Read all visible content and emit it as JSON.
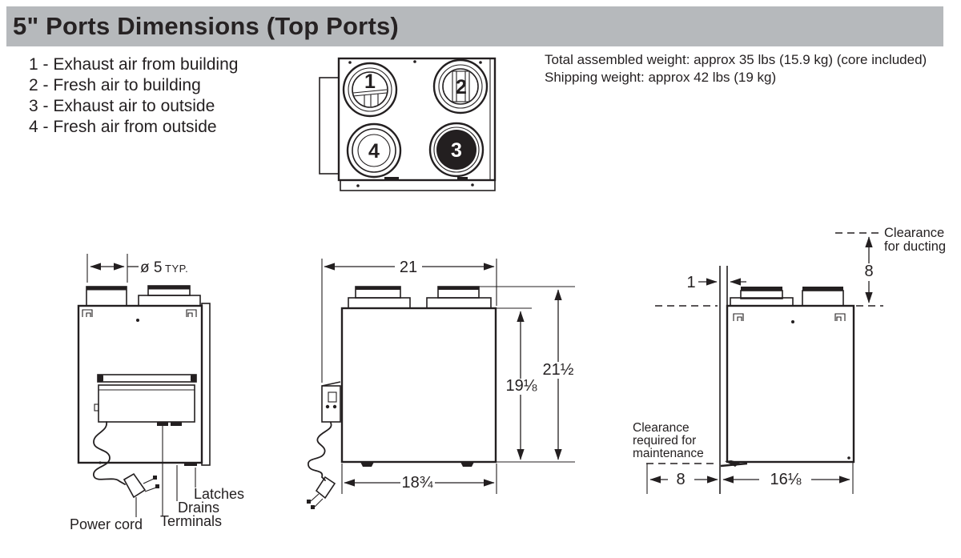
{
  "header": {
    "title": "5\" Ports Dimensions (Top Ports)"
  },
  "legend": {
    "items": [
      "1 - Exhaust air from building",
      "2 - Fresh air to building",
      "3 - Exhaust air to outside",
      "4 - Fresh air from outside"
    ]
  },
  "weights": {
    "assembled": "Total assembled weight: approx 35 lbs (15.9 kg) (core included)",
    "shipping": "Shipping weight: approx 42 lbs (19 kg)"
  },
  "top_view": {
    "port1": "1",
    "port2": "2",
    "port3": "3",
    "port4": "4"
  },
  "front_view": {
    "dim_diameter": "ø 5",
    "dim_diameter_suffix": "TYP.",
    "label_power_cord": "Power cord",
    "label_terminals": "Terminals",
    "label_drains": "Drains",
    "label_latches": "Latches"
  },
  "side_view": {
    "dim_top_width": "21",
    "dim_body_height": "19⅛",
    "dim_overall_height": "21½",
    "dim_bottom_width": "18¾"
  },
  "clearance_view": {
    "dim_wall_gap": "1",
    "dim_duct_clearance": "8",
    "label_ducting_1": "Clearance",
    "label_ducting_2": "for ducting",
    "label_maintenance_1": "Clearance",
    "label_maintenance_2": "required for",
    "label_maintenance_3": "maintenance",
    "dim_maintenance": "8",
    "dim_depth": "16⅛"
  },
  "colors": {
    "ink": "#231f20",
    "header_bg": "#b6b9bc"
  }
}
